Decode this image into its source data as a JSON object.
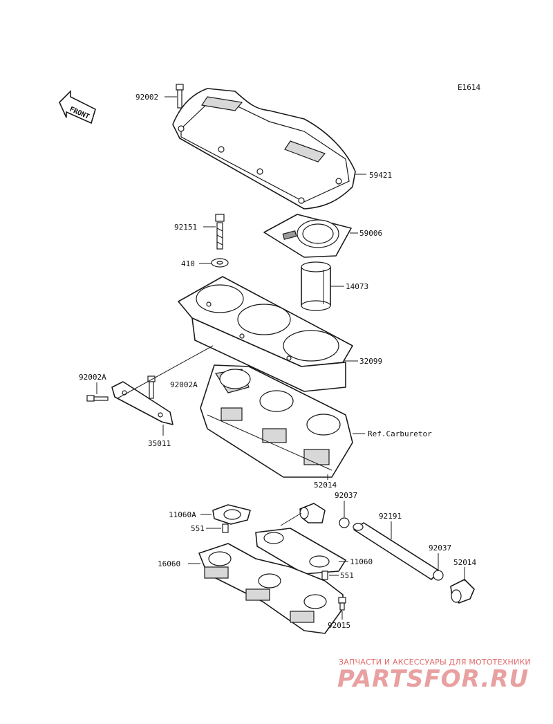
{
  "diagram_code": "E1614",
  "front_label": "FRONT",
  "ref_label": "Ref.Carburetor",
  "parts": {
    "p92002_top": "92002",
    "p59421": "59421",
    "p92151": "92151",
    "p59006": "59006",
    "p410": "410",
    "p14073": "14073",
    "p32099": "32099",
    "p92002A_left": "92002A",
    "p92002A_mid": "92002A",
    "p35011": "35011",
    "p52014_mid": "52014",
    "p92037_top": "92037",
    "p11060A": "11060A",
    "p92191": "92191",
    "p551_top": "551",
    "p92037_right": "92037",
    "p52014_right": "52014",
    "p16060": "16060",
    "p11060": "11060",
    "p551_bottom": "551",
    "p92015": "92015"
  },
  "watermark": {
    "tagline": "ЗАПЧАСТИ И АКСЕССУАРЫ ДЛЯ МОТОТЕХНИКИ",
    "logo": "PARTSFOR.RU"
  }
}
